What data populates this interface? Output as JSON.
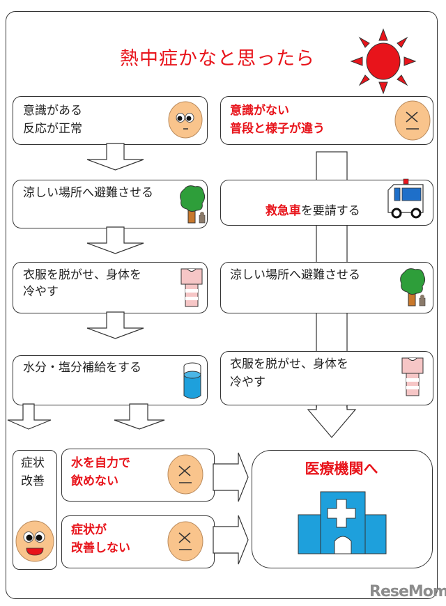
{
  "title": "熱中症かなと思ったら",
  "left_column": {
    "steps": [
      {
        "lines": [
          "意識がある",
          "反応が正常"
        ],
        "icon": "normal-face-icon"
      },
      {
        "lines": [
          "涼しい場所へ避難させる"
        ],
        "icon": "tree-shade-icon"
      },
      {
        "lines": [
          "衣服を脱がせ、身体を",
          "冷やす"
        ],
        "icon": "clothing-icon"
      },
      {
        "lines": [
          "水分・塩分補給をする"
        ],
        "icon": "water-glass-icon"
      }
    ]
  },
  "right_column": {
    "steps": [
      {
        "lines": [
          "意識がない",
          "普段と様子が違う"
        ],
        "icon": "unwell-face-icon",
        "color": "red"
      },
      {
        "emphasis": "救急車",
        "rest": "を要請する",
        "icon": "ambulance-icon"
      },
      {
        "lines": [
          "涼しい場所へ避難させる"
        ],
        "icon": "tree-shade-icon"
      },
      {
        "lines": [
          "衣服を脱がせ、身体を",
          "冷やす"
        ],
        "icon": "clothing-icon"
      }
    ]
  },
  "outcomes": {
    "improved": {
      "lines": [
        "症状",
        "改善"
      ],
      "icon": "happy-face-icon"
    },
    "cannot_drink": {
      "lines": [
        "水を自力で",
        "飲めない"
      ],
      "icon": "unwell-face-icon"
    },
    "not_improving": {
      "lines": [
        "症状が",
        "改善しない"
      ],
      "icon": "unwell-face-icon"
    }
  },
  "destination": {
    "label": "医療機関へ",
    "icon": "hospital-icon"
  },
  "watermark": "ReseMom",
  "colors": {
    "accent_red": "#e8141b",
    "face": "#f9c48c",
    "hospital_blue": "#1ea0dc",
    "tree_green": "#2e9e3a",
    "shirt_pink": "#f6c6c6"
  }
}
